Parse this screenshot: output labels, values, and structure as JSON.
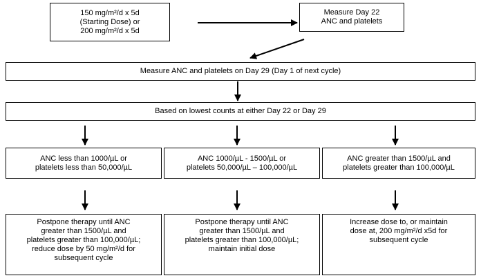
{
  "nodes": {
    "dose": "150 mg/m²/d x 5d\n(Starting Dose) or\n200 mg/m²/d x 5d",
    "day22": "Measure Day 22\nANC and platelets",
    "day29": "Measure ANC and platelets on Day 29 (Day 1 of next cycle)",
    "lowest": "Based on lowest counts at either Day 22 or Day 29",
    "cond_low": "ANC less than 1000/µL or\nplatelets less than 50,000/µL",
    "cond_mid": "ANC 1000/µL - 1500/µL or\nplatelets 50,000/µL – 100,000/µL",
    "cond_high": "ANC greater than 1500/µL and\nplatelets greater than 100,000/µL",
    "action_low": "Postpone therapy until ANC\ngreater than 1500/µL and\nplatelets greater than 100,000/µL;\nreduce dose by 50 mg/m²/d for\nsubsequent cycle",
    "action_mid": "Postpone therapy until ANC\ngreater than 1500/µL and\nplatelets greater than 100,000/µL;\nmaintain initial dose",
    "action_high": "Increase dose to, or maintain\ndose at, 200 mg/m²/d x5d for\nsubsequent cycle"
  }
}
